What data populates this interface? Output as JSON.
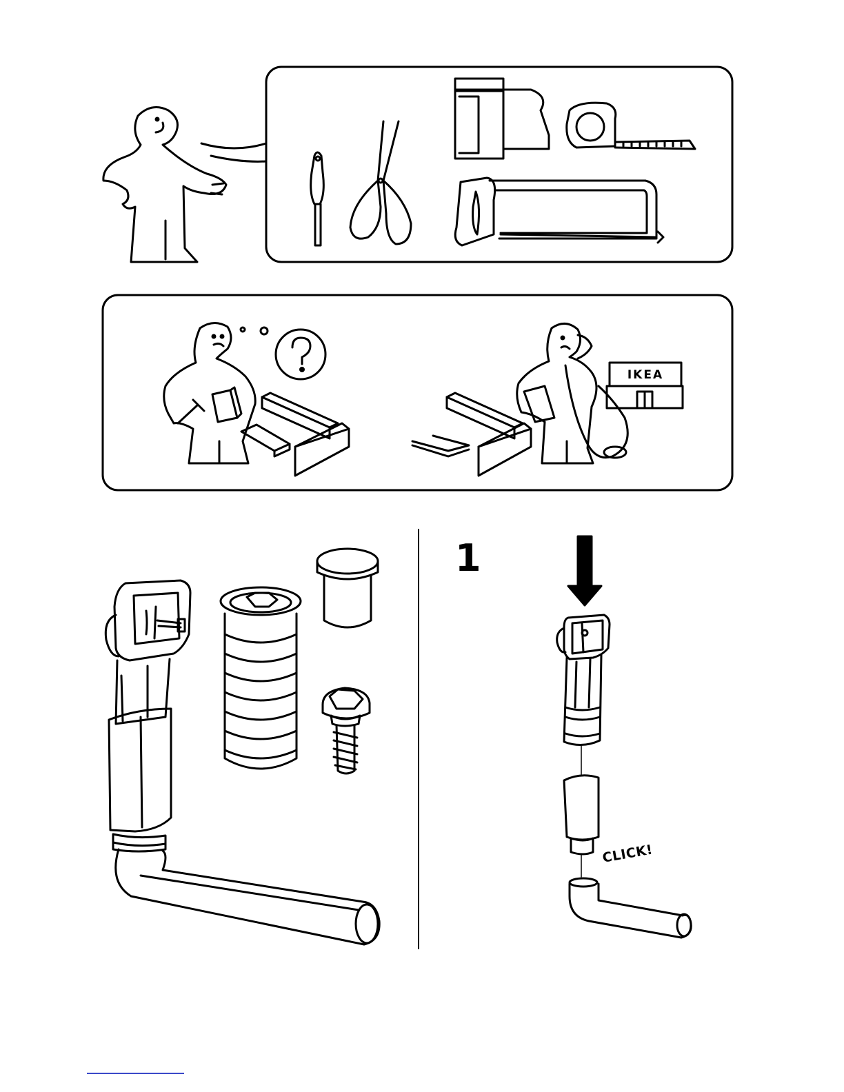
{
  "panels": {
    "tools": {
      "items": [
        "screwdriver-icon",
        "scissors-icon",
        "tape-icon",
        "tape-measure-icon",
        "hacksaw-icon"
      ]
    },
    "advice": {
      "store_sign": "IKEA",
      "question_icon": "question-mark-icon"
    },
    "parts": {
      "items": [
        "leg-bracket-icon",
        "threaded-insert-icon",
        "cap-icon",
        "bolt-icon"
      ]
    },
    "step": {
      "number": "1",
      "sound_label": "CLICK!"
    }
  },
  "colors": {
    "ink": "#000000",
    "background": "#ffffff",
    "footer_rule": "#3b49c9"
  }
}
